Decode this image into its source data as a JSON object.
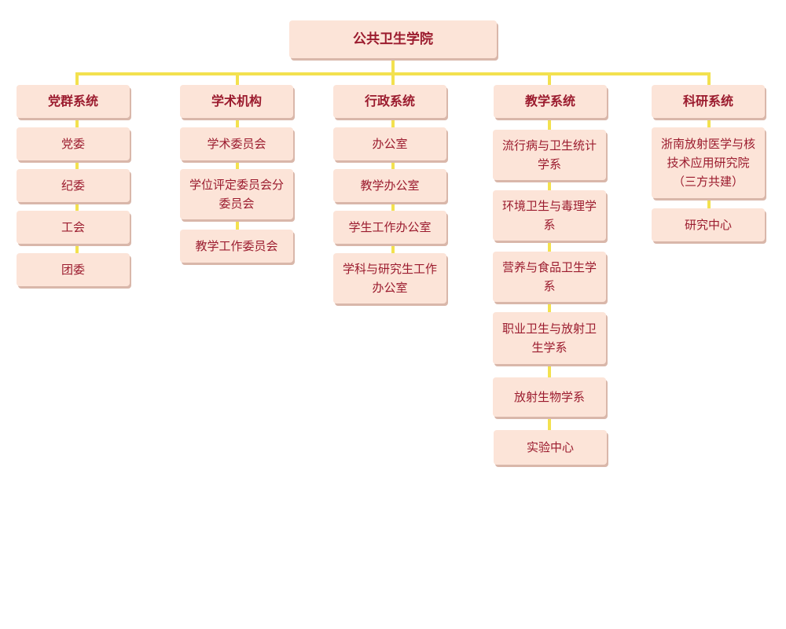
{
  "root": "公共卫生学院",
  "colors": {
    "box": "#fce4d8",
    "shadow": "#d9b7aa",
    "text": "#9b1b2e",
    "connector": "#f3e14f"
  },
  "columns": [
    {
      "head": "党群系统",
      "items": [
        "党委",
        "纪委",
        "工会",
        "团委"
      ]
    },
    {
      "head": "学术机构",
      "items": [
        "学术委员会",
        "学位评定委员会分委员会",
        "教学工作委员会"
      ]
    },
    {
      "head": "行政系统",
      "items": [
        "办公室",
        "教学办公室",
        "学生工作办公室",
        "学科与研究生工作办公室"
      ]
    },
    {
      "head": "教学系统",
      "items": [
        "流行病与卫生统计学系",
        "环境卫生与毒理学系",
        "营养与食品卫生学系",
        "职业卫生与放射卫生学系",
        "放射生物学系",
        "实验中心"
      ]
    },
    {
      "head": "科研系统",
      "items": [
        "浙南放射医学与核技术应用研究院（三方共建）",
        "研究中心"
      ]
    }
  ]
}
